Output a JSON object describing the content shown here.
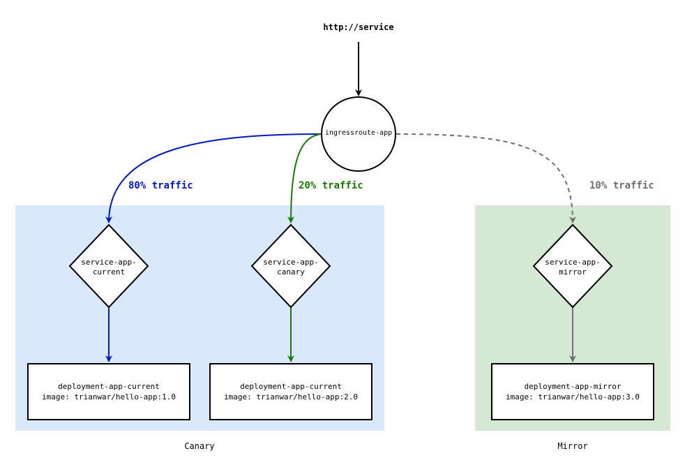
{
  "entry": {
    "label": "http://service"
  },
  "ingress": {
    "label": "ingressroute-app"
  },
  "edges": {
    "current": {
      "label": "80% traffic",
      "color": "#0019b8"
    },
    "canary": {
      "label": "20% traffic",
      "color": "#1a7a00"
    },
    "mirror": {
      "label": "10% traffic",
      "color": "#6e6e6e"
    }
  },
  "services": {
    "current": {
      "line1": "service-app-",
      "line2": "current"
    },
    "canary": {
      "line1": "service-app-",
      "line2": "canary"
    },
    "mirror": {
      "line1": "service-app-",
      "line2": "mirror"
    }
  },
  "deployments": {
    "current": {
      "name": "deployment-app-current",
      "image": "image: trianwar/hello-app:1.0"
    },
    "canary": {
      "name": "deployment-app-current",
      "image": "image: trianwar/hello-app:2.0"
    },
    "mirror": {
      "name": "deployment-app-mirror",
      "image": "image: trianwar/hello-app:3.0"
    }
  },
  "groups": {
    "canary": {
      "label": "Canary",
      "color": "#dae8fc"
    },
    "mirror": {
      "label": "Mirror",
      "color": "#d5e8d4"
    }
  }
}
